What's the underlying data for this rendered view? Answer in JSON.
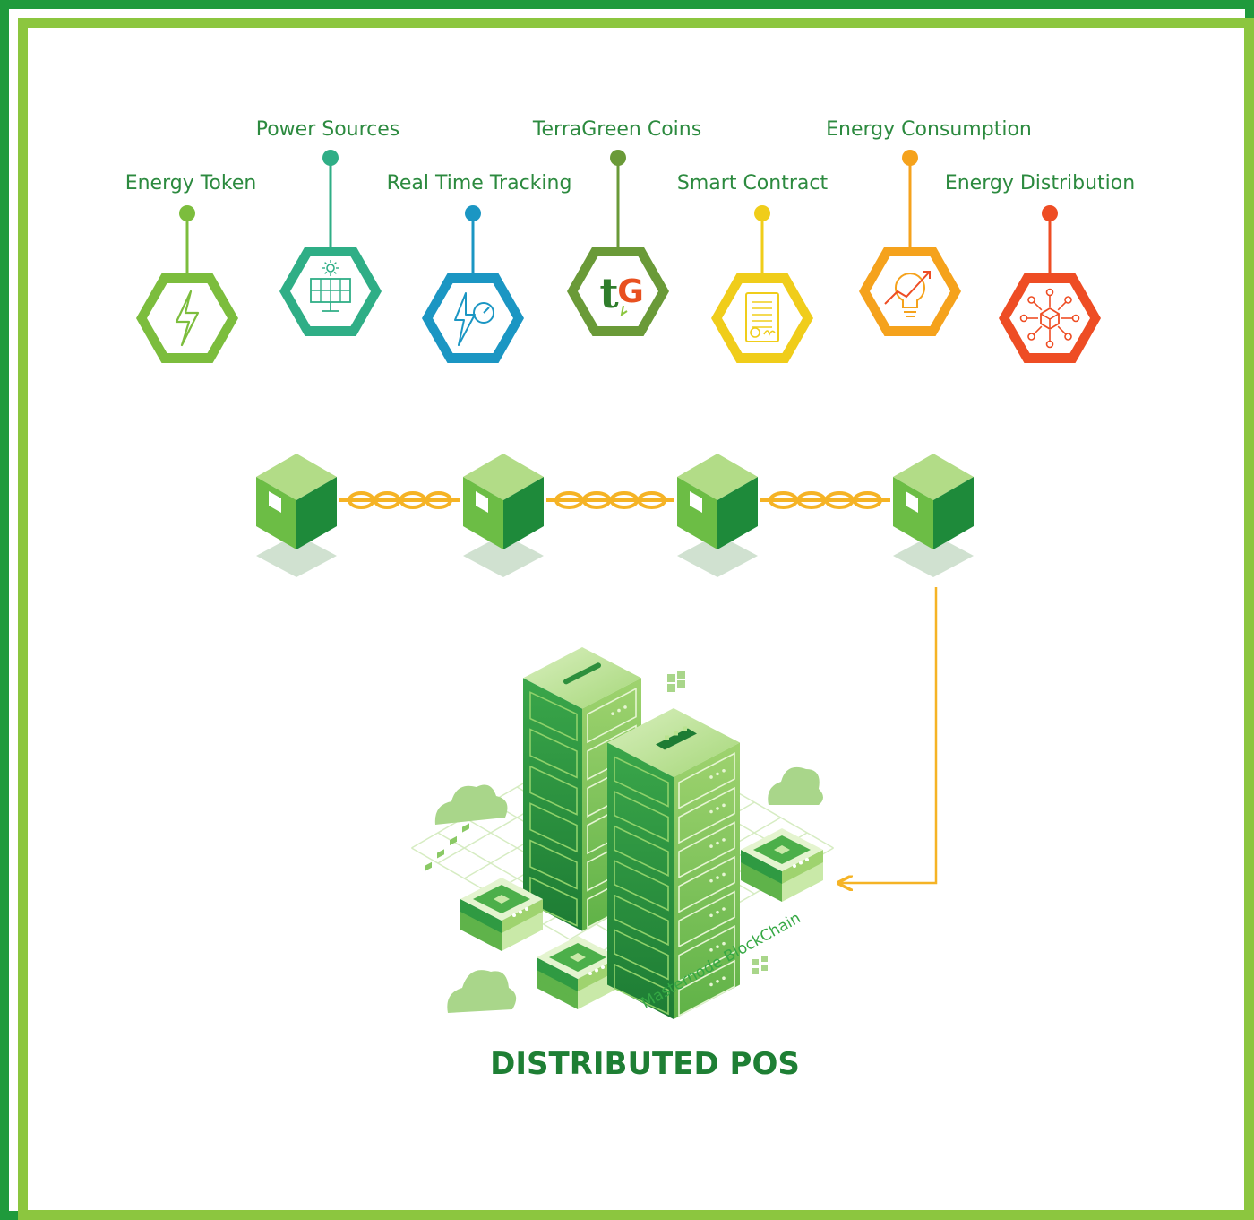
{
  "colors": {
    "outer_border": "#1f9a3c",
    "inner_border": "#8cc63f",
    "chain": "#f5b325",
    "arrow": "#f5b325",
    "title": "#1e7f34",
    "cube_top": "#b2dc87",
    "cube_left": "#6cbd45",
    "cube_right": "#1e8a3a"
  },
  "features": [
    {
      "label": "Energy Token",
      "icon": "lightning-bolt-icon",
      "color": "#7cbd3d"
    },
    {
      "label": "Power Sources",
      "icon": "solar-panel-icon",
      "color": "#2fae86"
    },
    {
      "label": "Real Time Tracking",
      "icon": "speed-gauge-bolt-icon",
      "color": "#1b96c3"
    },
    {
      "label": "TerraGreen Coins",
      "icon": "terragreen-logo-icon",
      "color": "#6a9a38"
    },
    {
      "label": "Smart Contract",
      "icon": "contract-document-icon",
      "color": "#f0cd1a"
    },
    {
      "label": "Energy Consumption",
      "icon": "lightbulb-growth-icon",
      "color": "#f5a21c"
    },
    {
      "label": "Energy Distribution",
      "icon": "network-cube-icon",
      "color": "#ee4d24"
    }
  ],
  "logo_letters": "tG",
  "blockchain": {
    "block_count": 4
  },
  "masternode_label": "Masternode BlockChain",
  "title": "DISTRIBUTED POS"
}
